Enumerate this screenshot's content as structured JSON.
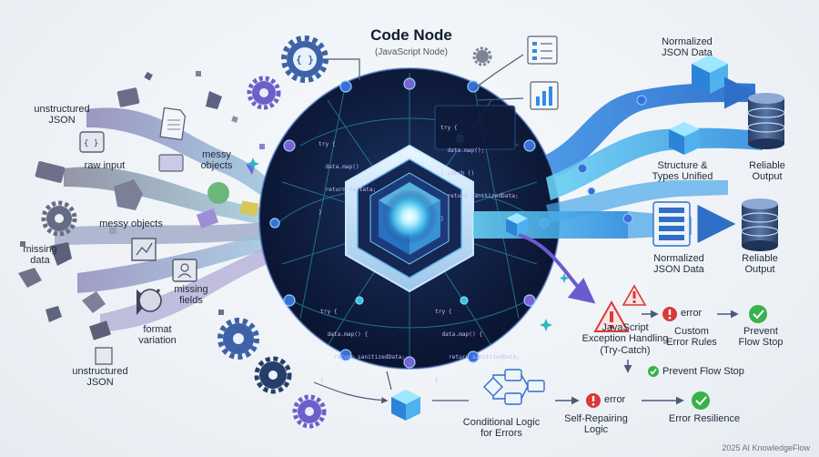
{
  "title": "Code Node",
  "subtitle": "(JavaScript Node)",
  "inputs": {
    "unstructured_json_top": "unstructured\nJSON",
    "raw_input": "raw input",
    "messy_objects_top": "messy\nobjects",
    "messy_objects_mid": "messy objects",
    "missing_data": "missing\ndata",
    "missing_fields": "missing\nfields",
    "format_variation": "format\nvariation",
    "unstructured_json_bottom": "unstructured\nJSON"
  },
  "code_snippets": {
    "top_left": [
      "try {",
      "  data.map()",
      "  return daitata;",
      "}"
    ],
    "top_right": [
      "try {",
      "  data.map();",
      "} catch ()",
      "  return sanitizedData;",
      "}"
    ],
    "bottom_left": [
      "try {",
      "  data.map() {",
      "    return sanitizedData;",
      "}"
    ],
    "bottom_right": [
      "try {",
      "  data.map() {",
      "    return sanitizedData;",
      "}"
    ]
  },
  "outputs": {
    "normalized_top": "Normalized\nJSON Data",
    "structure_types": "Structure &\nTypes Unified",
    "reliable_top": "Reliable\nOutput",
    "normalized_bottom": "Normalized\nJSON Data",
    "reliable_bottom": "Reliable\nOutput"
  },
  "error_handling": {
    "js_exception": "JavaScript\nException Handling\n(Try-Catch)",
    "error_label_1": "error",
    "custom_rules": "Custom\nError Rules",
    "prevent_flow_stop_1": "Prevent\nFlow Stop",
    "prevent_flow_stop_2": "Prevent Flow Stop",
    "error_label_2": "error",
    "self_repairing": "Self-Repairing\nLogic",
    "error_resilience": "Error Resilience",
    "conditional_logic": "Conditional Logic\nfor Errors"
  },
  "watermark": "2025 AI KnowledgeFlow",
  "colors": {
    "accent_blue": "#2f8be6",
    "cyan": "#5fd4f5",
    "sphere_dark": "#101c3a",
    "purple": "#7a62d6",
    "green": "#5cba6e",
    "error_red": "#d83a3a",
    "success_green": "#37b24d",
    "gear_blue": "#3d62a8"
  }
}
